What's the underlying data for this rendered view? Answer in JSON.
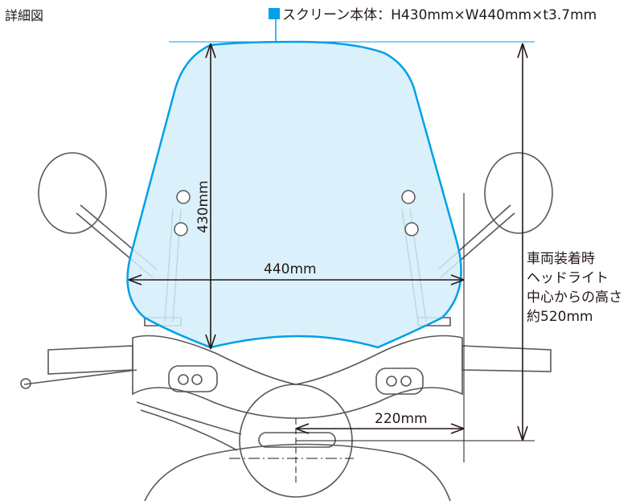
{
  "title": "詳細図",
  "spec": {
    "label": "スクリーン本体：H430mm×W440mm×t3.7mm"
  },
  "dimensions": {
    "height": "430mm",
    "width": "440mm",
    "offset": "220mm"
  },
  "note": {
    "lines": [
      "車両装着時",
      "ヘッドライト",
      "中心からの高さ",
      "約520mm"
    ]
  },
  "colors": {
    "screen_fill": "#d3eefa",
    "screen_stroke": "#00a0e9",
    "line": "#231815"
  }
}
